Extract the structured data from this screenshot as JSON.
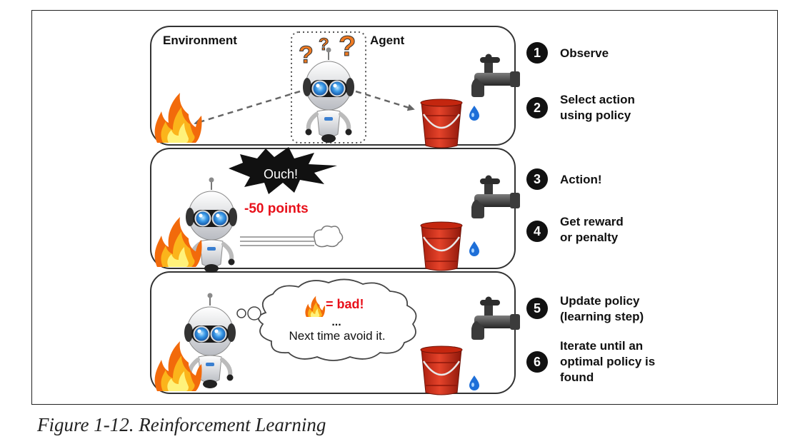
{
  "panel1": {
    "env_label": "Environment",
    "agent_label": "Agent"
  },
  "panel2": {
    "ouch": "Ouch!",
    "penalty": "-50 points"
  },
  "panel3": {
    "bad": "= bad!",
    "dots": "...",
    "avoid": "Next time avoid it."
  },
  "steps": [
    {
      "num": "1",
      "label": "Observe"
    },
    {
      "num": "2",
      "label": "Select action\nusing policy"
    },
    {
      "num": "3",
      "label": "Action!"
    },
    {
      "num": "4",
      "label": "Get reward\nor penalty"
    },
    {
      "num": "5",
      "label": "Update policy\n(learning step)"
    },
    {
      "num": "6",
      "label": "Iterate until an\noptimal policy is\nfound"
    }
  ],
  "caption": "Figure 1-12. Reinforcement Learning",
  "colors": {
    "penalty_red": "#e8101a",
    "bucket_red": "#d2321c",
    "flame_orange": "#f57a0c",
    "robot_eye_blue": "#2f8fe0",
    "question_orange": "#ee7a22"
  },
  "icons": [
    "robot-icon",
    "fire-icon",
    "bucket-icon",
    "faucet-icon",
    "water-drop-icon",
    "question-mark-icon",
    "explosion-bubble-icon",
    "thought-cloud-icon",
    "smoke-puff-icon"
  ]
}
